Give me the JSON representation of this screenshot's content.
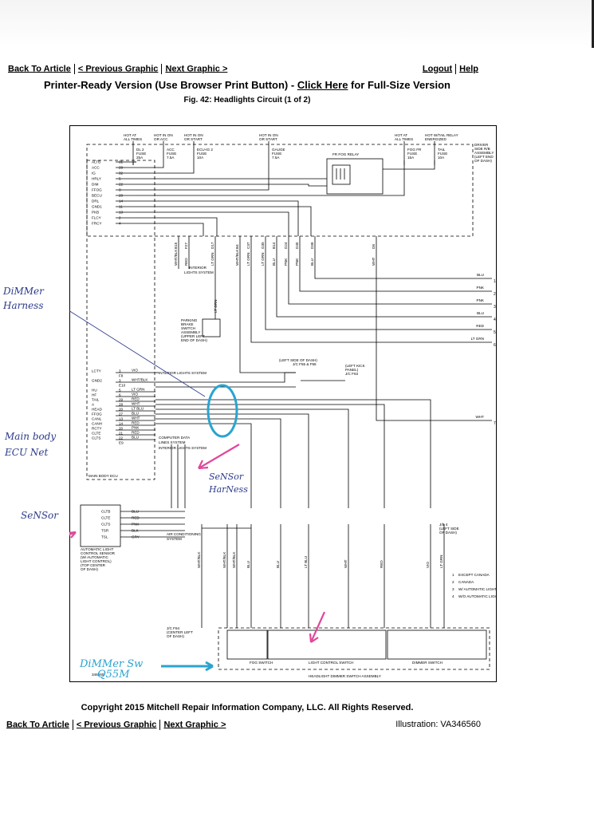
{
  "nav": {
    "back": "Back To Article",
    "prev": "< Previous Graphic",
    "next": "Next Graphic >",
    "logout": "Logout",
    "help": "Help"
  },
  "header": {
    "printer_prefix": "Printer-Ready Version (Use Browser Print Button) - ",
    "click_here": "Click Here",
    "printer_suffix": " for Full-Size Version",
    "fig_title": "Fig. 42: Headlights Circuit (1 of 2)"
  },
  "diagram": {
    "fuses": [
      {
        "top": "HOT AT",
        "top2": "ALL TIMES",
        "name": "DL 2",
        "l2": "FUSE",
        "l3": "25A"
      },
      {
        "top": "HOT IN ON",
        "top2": "OR ACC",
        "name": "ACC",
        "l2": "FUSE",
        "l3": "7.5A"
      },
      {
        "top": "HOT IN ON",
        "top2": "OR START",
        "name": "ECU-IG 2",
        "l2": "FUSE",
        "l3": "10A"
      },
      {
        "top": "HOT IN ON",
        "top2": "OR START",
        "name": "GAUGE",
        "l2": "FUSE",
        "l3": "7.5A"
      },
      {
        "top": "HOT AT",
        "top2": "ALL TIMES",
        "name": "FOG FR",
        "l2": "FUSE",
        "l3": "15A"
      },
      {
        "top": "HOT W/TAIL RELAY",
        "top2": "ENERGIZED",
        "name": "TAIL",
        "l2": "FUSE",
        "l3": "10A"
      }
    ],
    "relay_label": "FR FOG RELAY",
    "jb_label": [
      "DRIVER",
      "SIDE R/B",
      "ASSEMBLY",
      "(LEFT END",
      "OF DASH)"
    ],
    "ecu_pins_top": [
      {
        "name": "ALTB",
        "pin": "31"
      },
      {
        "name": "ACC",
        "pin": "28"
      },
      {
        "name": "IG",
        "pin": "32"
      },
      {
        "name": "HRLY",
        "pin": "5"
      },
      {
        "name": "DIM",
        "pin": "22"
      },
      {
        "name": "FFOG",
        "pin": "3"
      },
      {
        "name": "BECU",
        "pin": "20"
      },
      {
        "name": "DRL",
        "pin": "14"
      },
      {
        "name": "GND1",
        "pin": "11"
      },
      {
        "name": "PKB",
        "pin": "13"
      },
      {
        "name": "FLCY",
        "pin": "2"
      },
      {
        "name": "FRCY",
        "pin": "4"
      }
    ],
    "vert_wires": [
      {
        "color": "WHT/BLK",
        "pin": "B15"
      },
      {
        "color": "RED",
        "pin": "F27"
      },
      {
        "color": "LT GRN",
        "pin": "D17"
      },
      {
        "color": "WHT/BLK",
        "pin": "B4"
      },
      {
        "color": "LT GRN",
        "pin": "C37"
      },
      {
        "color": "LT GRN",
        "pin": "G35"
      },
      {
        "color": "BLU",
        "pin": "B14"
      },
      {
        "color": "PNK",
        "pin": "D24"
      },
      {
        "color": "PNK",
        "pin": "D40"
      },
      {
        "color": "BLU",
        "pin": "D39"
      },
      {
        "color": "WHT",
        "pin": "D8"
      }
    ],
    "interior_lights": [
      "INTERIOR",
      "LIGHTS SYSTEM"
    ],
    "parking_brake": [
      "PARKING",
      "BRAKE",
      "SWITCH",
      "ASSEMBLY",
      "(UPPER LEFT",
      "END OF DASH)"
    ],
    "wire_labels_right": [
      {
        "color": "BLU",
        "num": "1"
      },
      {
        "color": "PNK",
        "num": "2"
      },
      {
        "color": "PNK",
        "num": "3"
      },
      {
        "color": "BLU",
        "num": "4"
      },
      {
        "color": "RED",
        "num": "5"
      },
      {
        "color": "LT GRN",
        "num": "6"
      },
      {
        "color": "WHT",
        "num": "7"
      }
    ],
    "left_dash": [
      "(LEFT SIDE OF DASH)",
      "J/C F55 & F56"
    ],
    "left_kick": [
      "(LEFT KICK",
      "PANEL)",
      "J/C F63"
    ],
    "ecu_pins_bottom": [
      {
        "name": "LCTY",
        "pin": "3",
        "color": "VIO"
      },
      {
        "name": "",
        "pin": "F8",
        "color": ""
      },
      {
        "name": "GND2",
        "pin": "3",
        "color": "WHT/BLK"
      },
      {
        "name": "",
        "pin": "E10",
        "color": ""
      },
      {
        "name": "HU",
        "pin": "5",
        "color": "LT GRN"
      },
      {
        "name": "HF",
        "pin": "6",
        "color": "VIO"
      },
      {
        "name": "TAIL",
        "pin": "29",
        "color": "RED"
      },
      {
        "name": "A",
        "pin": "28",
        "color": "WHT"
      },
      {
        "name": "HEAD",
        "pin": "20",
        "color": "LT BLU"
      },
      {
        "name": "FFOG",
        "pin": "27",
        "color": "BLU"
      },
      {
        "name": "CANL",
        "pin": "13",
        "color": "WHT"
      },
      {
        "name": "CANH",
        "pin": "14",
        "color": "RED"
      },
      {
        "name": "RCTY",
        "pin": "20",
        "color": "PNK"
      },
      {
        "name": "CLTE",
        "pin": "21",
        "color": "RED"
      },
      {
        "name": "CLTS",
        "pin": "22",
        "color": "BLU"
      },
      {
        "name": "",
        "pin": "E9",
        "color": ""
      }
    ],
    "interior_lights_system": "INTERIOR LIGHTS SYSTEM",
    "computer_data": [
      "COMPUTER DATA",
      "LINES SYSTEM"
    ],
    "main_body_ecu": "MAIN BODY ECU",
    "sensor_pins": [
      {
        "name": "CLTB",
        "color": "BLU"
      },
      {
        "name": "CLTE",
        "color": "RED"
      },
      {
        "name": "CLTS",
        "color": "PNK"
      },
      {
        "name": "TSR",
        "color": "BLK"
      },
      {
        "name": "TSL",
        "color": "GRY"
      }
    ],
    "air_cond": [
      "AIR CONDITIONING",
      "SYSTEM"
    ],
    "sensor_label": [
      "AUTOMATIC LIGHT",
      "CONTROL SENSOR",
      "(W/ AUTOMATIC",
      "LIGHT CONTROL)",
      "(TOP CENTER",
      "OF DASH)"
    ],
    "jb4_label": [
      "J/B 4",
      "(LEFT SIDE",
      "OF DASH)"
    ],
    "legend": [
      {
        "num": "1",
        "text": "EXCEPT CANADA"
      },
      {
        "num": "2",
        "text": "CANADA"
      },
      {
        "num": "3",
        "text": "W/ AUTOMATIC LIGHT CONTROL"
      },
      {
        "num": "4",
        "text": "W/O AUTOMATIC LIGHT CONTROL"
      }
    ],
    "jc_f64": [
      "J/C F64",
      "(CENTER LEFT",
      "OF DASH)"
    ],
    "bottom_wires": [
      "WHT/BLK",
      "WHT/BLK",
      "WHT/BLK",
      "BLU",
      "BLU",
      "LT BLU",
      "WHT",
      "RED",
      "VIO",
      "LT GRN"
    ],
    "switch_labels": {
      "fog": "FOG SWITCH",
      "light": "LIGHT CONTROL SWITCH",
      "dimmer": "DIMMER SWITCH",
      "assembly": "HEADLIGHT DIMMER SWITCH ASSEMBLY"
    },
    "diagram_id": "346560"
  },
  "annotations": {
    "dimmer_harness": [
      "DiMMer",
      "Harness"
    ],
    "main_body": [
      "Main body",
      "ECU Net"
    ],
    "sensor_harness": [
      "SeNSor",
      "HarNess"
    ],
    "sensor": "SeNSor",
    "dimmer_sw": [
      "DiMMer Sw",
      "Q55M"
    ]
  },
  "footer": {
    "copyright": "Copyright 2015 Mitchell Repair Information Company, LLC. All Rights Reserved.",
    "illustration": "Illustration: VA346560"
  }
}
